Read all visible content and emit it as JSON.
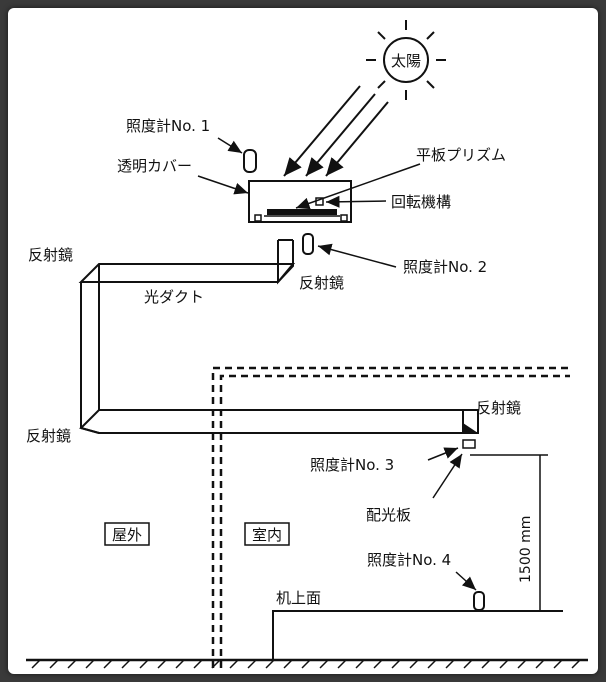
{
  "labels": {
    "sun": "太陽",
    "meter1": "照度計No. 1",
    "cover": "透明カバー",
    "prism": "平板プリズム",
    "rotation": "回転機構",
    "mirror_top_left": "反射鏡",
    "meter2": "照度計No. 2",
    "mirror_top_right": "反射鏡",
    "duct": "光ダクト",
    "mirror_bottom_left": "反射鏡",
    "mirror_right": "反射鏡",
    "meter3": "照度計No. 3",
    "diffuser": "配光板",
    "outdoor": "屋外",
    "indoor": "室内",
    "height": "1500 mm",
    "meter4": "照度計No. 4",
    "desk": "机上面"
  }
}
